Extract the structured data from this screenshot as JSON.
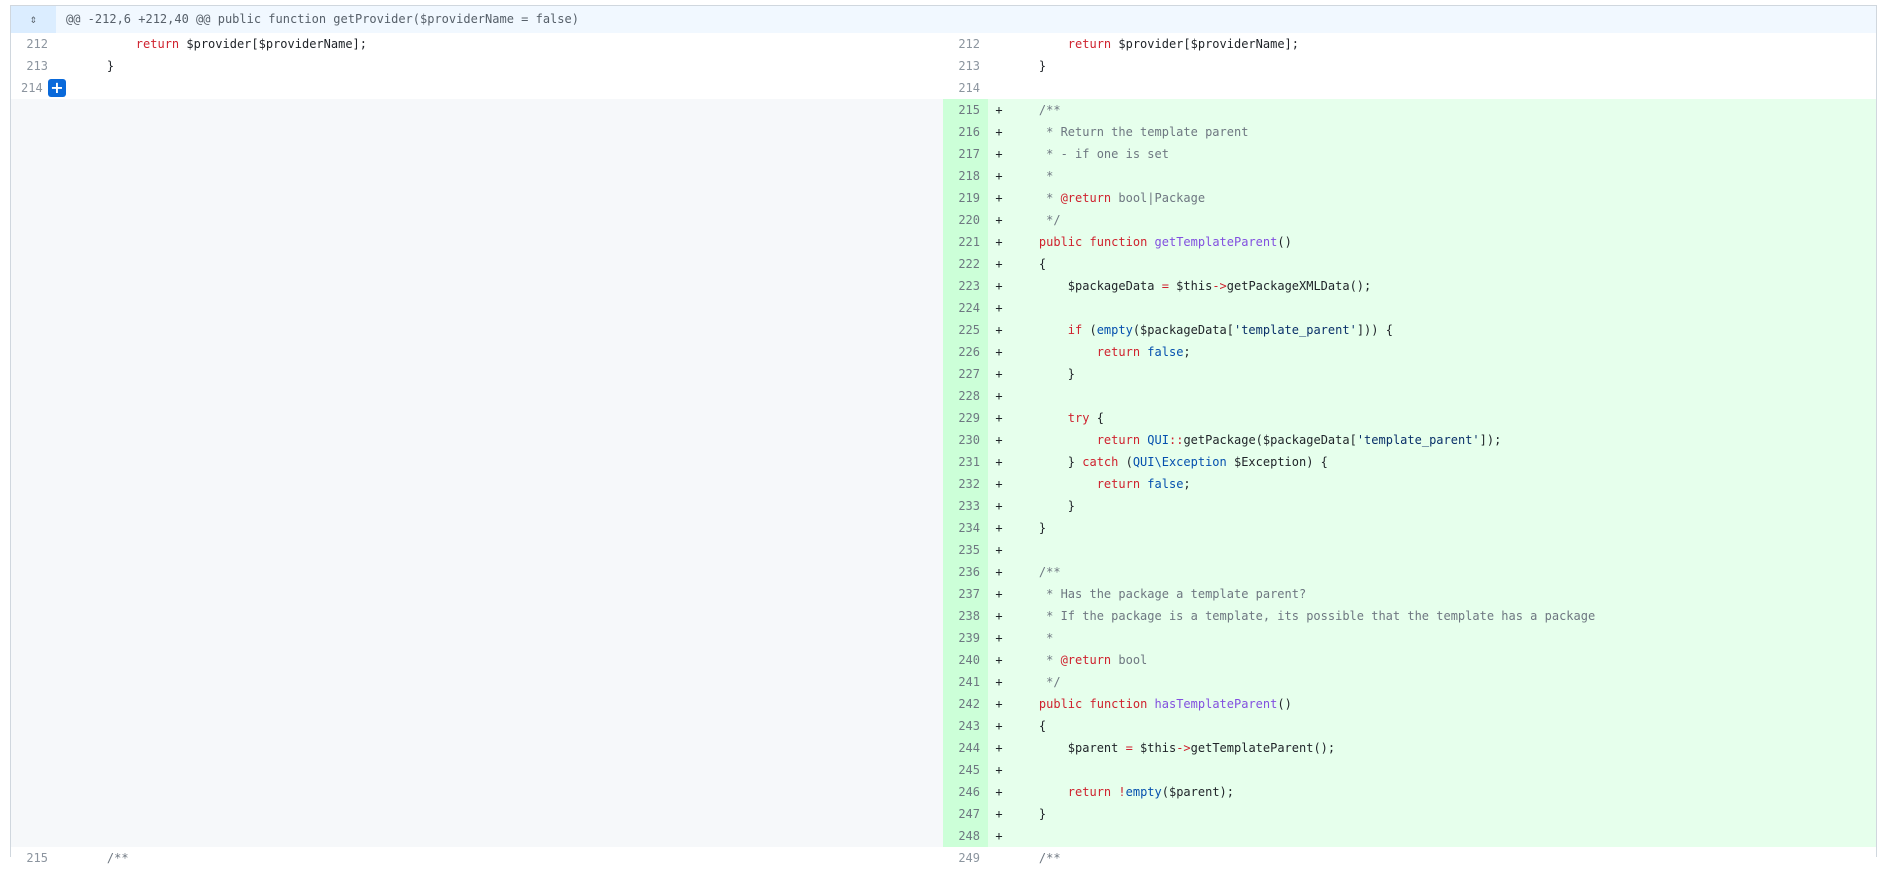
{
  "hunk": {
    "expand_icon": "unfold-icon",
    "header": "@@ -212,6 +212,40 @@ public function getProvider($providerName = false)"
  },
  "context_top": [
    {
      "left_num": "212",
      "right_num": "212",
      "tokens": [
        {
          "t": "        "
        },
        {
          "t": "return",
          "c": "k"
        },
        {
          "t": " $provider[$providerName];"
        }
      ]
    },
    {
      "left_num": "213",
      "right_num": "213",
      "tokens": [
        {
          "t": "    }"
        }
      ]
    },
    {
      "left_num": "214",
      "right_num": "214",
      "tokens": []
    }
  ],
  "added": [
    {
      "num": "215",
      "tokens": [
        {
          "t": "    "
        },
        {
          "t": "/**",
          "c": "c"
        }
      ]
    },
    {
      "num": "216",
      "tokens": [
        {
          "t": "     * Return the template parent",
          "c": "c"
        }
      ]
    },
    {
      "num": "217",
      "tokens": [
        {
          "t": "     * - if one is set",
          "c": "c"
        }
      ]
    },
    {
      "num": "218",
      "tokens": [
        {
          "t": "     *",
          "c": "c"
        }
      ]
    },
    {
      "num": "219",
      "tokens": [
        {
          "t": "     * ",
          "c": "c"
        },
        {
          "t": "@return",
          "c": "k"
        },
        {
          "t": " bool|Package",
          "c": "c"
        }
      ]
    },
    {
      "num": "220",
      "tokens": [
        {
          "t": "     */",
          "c": "c"
        }
      ]
    },
    {
      "num": "221",
      "tokens": [
        {
          "t": "    "
        },
        {
          "t": "public",
          "c": "k"
        },
        {
          "t": " "
        },
        {
          "t": "function",
          "c": "k"
        },
        {
          "t": " "
        },
        {
          "t": "getTemplateParent",
          "c": "f"
        },
        {
          "t": "()"
        }
      ]
    },
    {
      "num": "222",
      "tokens": [
        {
          "t": "    {"
        }
      ]
    },
    {
      "num": "223",
      "tokens": [
        {
          "t": "        $packageData "
        },
        {
          "t": "=",
          "c": "k"
        },
        {
          "t": " $this"
        },
        {
          "t": "->",
          "c": "k"
        },
        {
          "t": "getPackageXMLData();"
        }
      ]
    },
    {
      "num": "224",
      "tokens": []
    },
    {
      "num": "225",
      "tokens": [
        {
          "t": "        "
        },
        {
          "t": "if",
          "c": "k"
        },
        {
          "t": " ("
        },
        {
          "t": "empty",
          "c": "b"
        },
        {
          "t": "($packageData["
        },
        {
          "t": "'template_parent'",
          "c": "s"
        },
        {
          "t": "])) {"
        }
      ]
    },
    {
      "num": "226",
      "tokens": [
        {
          "t": "            "
        },
        {
          "t": "return",
          "c": "k"
        },
        {
          "t": " "
        },
        {
          "t": "false",
          "c": "b"
        },
        {
          "t": ";"
        }
      ]
    },
    {
      "num": "227",
      "tokens": [
        {
          "t": "        }"
        }
      ]
    },
    {
      "num": "228",
      "tokens": []
    },
    {
      "num": "229",
      "tokens": [
        {
          "t": "        "
        },
        {
          "t": "try",
          "c": "k"
        },
        {
          "t": " {"
        }
      ]
    },
    {
      "num": "230",
      "tokens": [
        {
          "t": "            "
        },
        {
          "t": "return",
          "c": "k"
        },
        {
          "t": " "
        },
        {
          "t": "QUI",
          "c": "b"
        },
        {
          "t": "::",
          "c": "k"
        },
        {
          "t": "getPackage($packageData["
        },
        {
          "t": "'template_parent'",
          "c": "s"
        },
        {
          "t": "]);"
        }
      ]
    },
    {
      "num": "231",
      "tokens": [
        {
          "t": "        } "
        },
        {
          "t": "catch",
          "c": "k"
        },
        {
          "t": " ("
        },
        {
          "t": "QUI\\Exception",
          "c": "b"
        },
        {
          "t": " $Exception) {"
        }
      ]
    },
    {
      "num": "232",
      "tokens": [
        {
          "t": "            "
        },
        {
          "t": "return",
          "c": "k"
        },
        {
          "t": " "
        },
        {
          "t": "false",
          "c": "b"
        },
        {
          "t": ";"
        }
      ]
    },
    {
      "num": "233",
      "tokens": [
        {
          "t": "        }"
        }
      ]
    },
    {
      "num": "234",
      "tokens": [
        {
          "t": "    }"
        }
      ]
    },
    {
      "num": "235",
      "tokens": []
    },
    {
      "num": "236",
      "tokens": [
        {
          "t": "    "
        },
        {
          "t": "/**",
          "c": "c"
        }
      ]
    },
    {
      "num": "237",
      "tokens": [
        {
          "t": "     * Has the package a template parent?",
          "c": "c"
        }
      ]
    },
    {
      "num": "238",
      "tokens": [
        {
          "t": "     * If the package is a template, its possible that the template has a package",
          "c": "c"
        }
      ]
    },
    {
      "num": "239",
      "tokens": [
        {
          "t": "     *",
          "c": "c"
        }
      ]
    },
    {
      "num": "240",
      "tokens": [
        {
          "t": "     * ",
          "c": "c"
        },
        {
          "t": "@return",
          "c": "k"
        },
        {
          "t": " bool",
          "c": "c"
        }
      ]
    },
    {
      "num": "241",
      "tokens": [
        {
          "t": "     */",
          "c": "c"
        }
      ]
    },
    {
      "num": "242",
      "tokens": [
        {
          "t": "    "
        },
        {
          "t": "public",
          "c": "k"
        },
        {
          "t": " "
        },
        {
          "t": "function",
          "c": "k"
        },
        {
          "t": " "
        },
        {
          "t": "hasTemplateParent",
          "c": "f"
        },
        {
          "t": "()"
        }
      ]
    },
    {
      "num": "243",
      "tokens": [
        {
          "t": "    {"
        }
      ]
    },
    {
      "num": "244",
      "tokens": [
        {
          "t": "        $parent "
        },
        {
          "t": "=",
          "c": "k"
        },
        {
          "t": " $this"
        },
        {
          "t": "->",
          "c": "k"
        },
        {
          "t": "getTemplateParent();"
        }
      ]
    },
    {
      "num": "245",
      "tokens": []
    },
    {
      "num": "246",
      "tokens": [
        {
          "t": "        "
        },
        {
          "t": "return",
          "c": "k"
        },
        {
          "t": " "
        },
        {
          "t": "!",
          "c": "k"
        },
        {
          "t": "empty",
          "c": "b"
        },
        {
          "t": "($parent);"
        }
      ]
    },
    {
      "num": "247",
      "tokens": [
        {
          "t": "    }"
        }
      ]
    },
    {
      "num": "248",
      "tokens": []
    }
  ],
  "context_bottom": [
    {
      "left_num": "215",
      "right_num": "249",
      "tokens": [
        {
          "t": "    "
        },
        {
          "t": "/**",
          "c": "c"
        }
      ]
    }
  ],
  "sign_add": "+"
}
